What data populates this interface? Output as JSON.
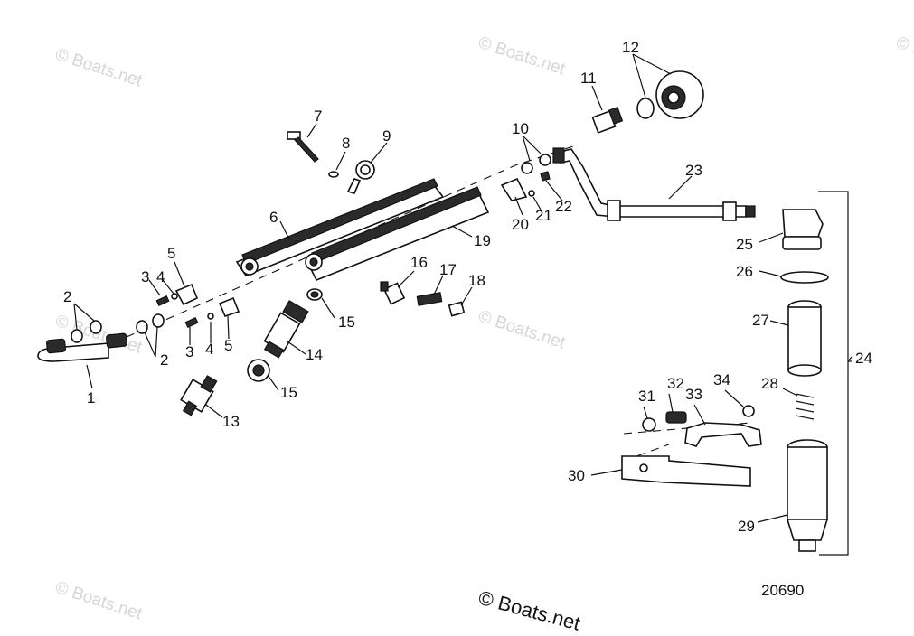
{
  "diagram": {
    "figure_number": "20690",
    "copyright": "© Boats.net",
    "watermarks": [
      "© Boats.net",
      "© Boats.net",
      "© Boats.net",
      "© Boats.net",
      "© Boats.net",
      "© Boats.net"
    ],
    "callouts": [
      "1",
      "2",
      "2",
      "3",
      "3",
      "4",
      "4",
      "5",
      "5",
      "6",
      "7",
      "8",
      "9",
      "10",
      "11",
      "12",
      "13",
      "14",
      "15",
      "15",
      "16",
      "17",
      "18",
      "19",
      "20",
      "21",
      "22",
      "23",
      "24",
      "25",
      "26",
      "27",
      "28",
      "29",
      "30",
      "31",
      "32",
      "33",
      "34"
    ]
  }
}
